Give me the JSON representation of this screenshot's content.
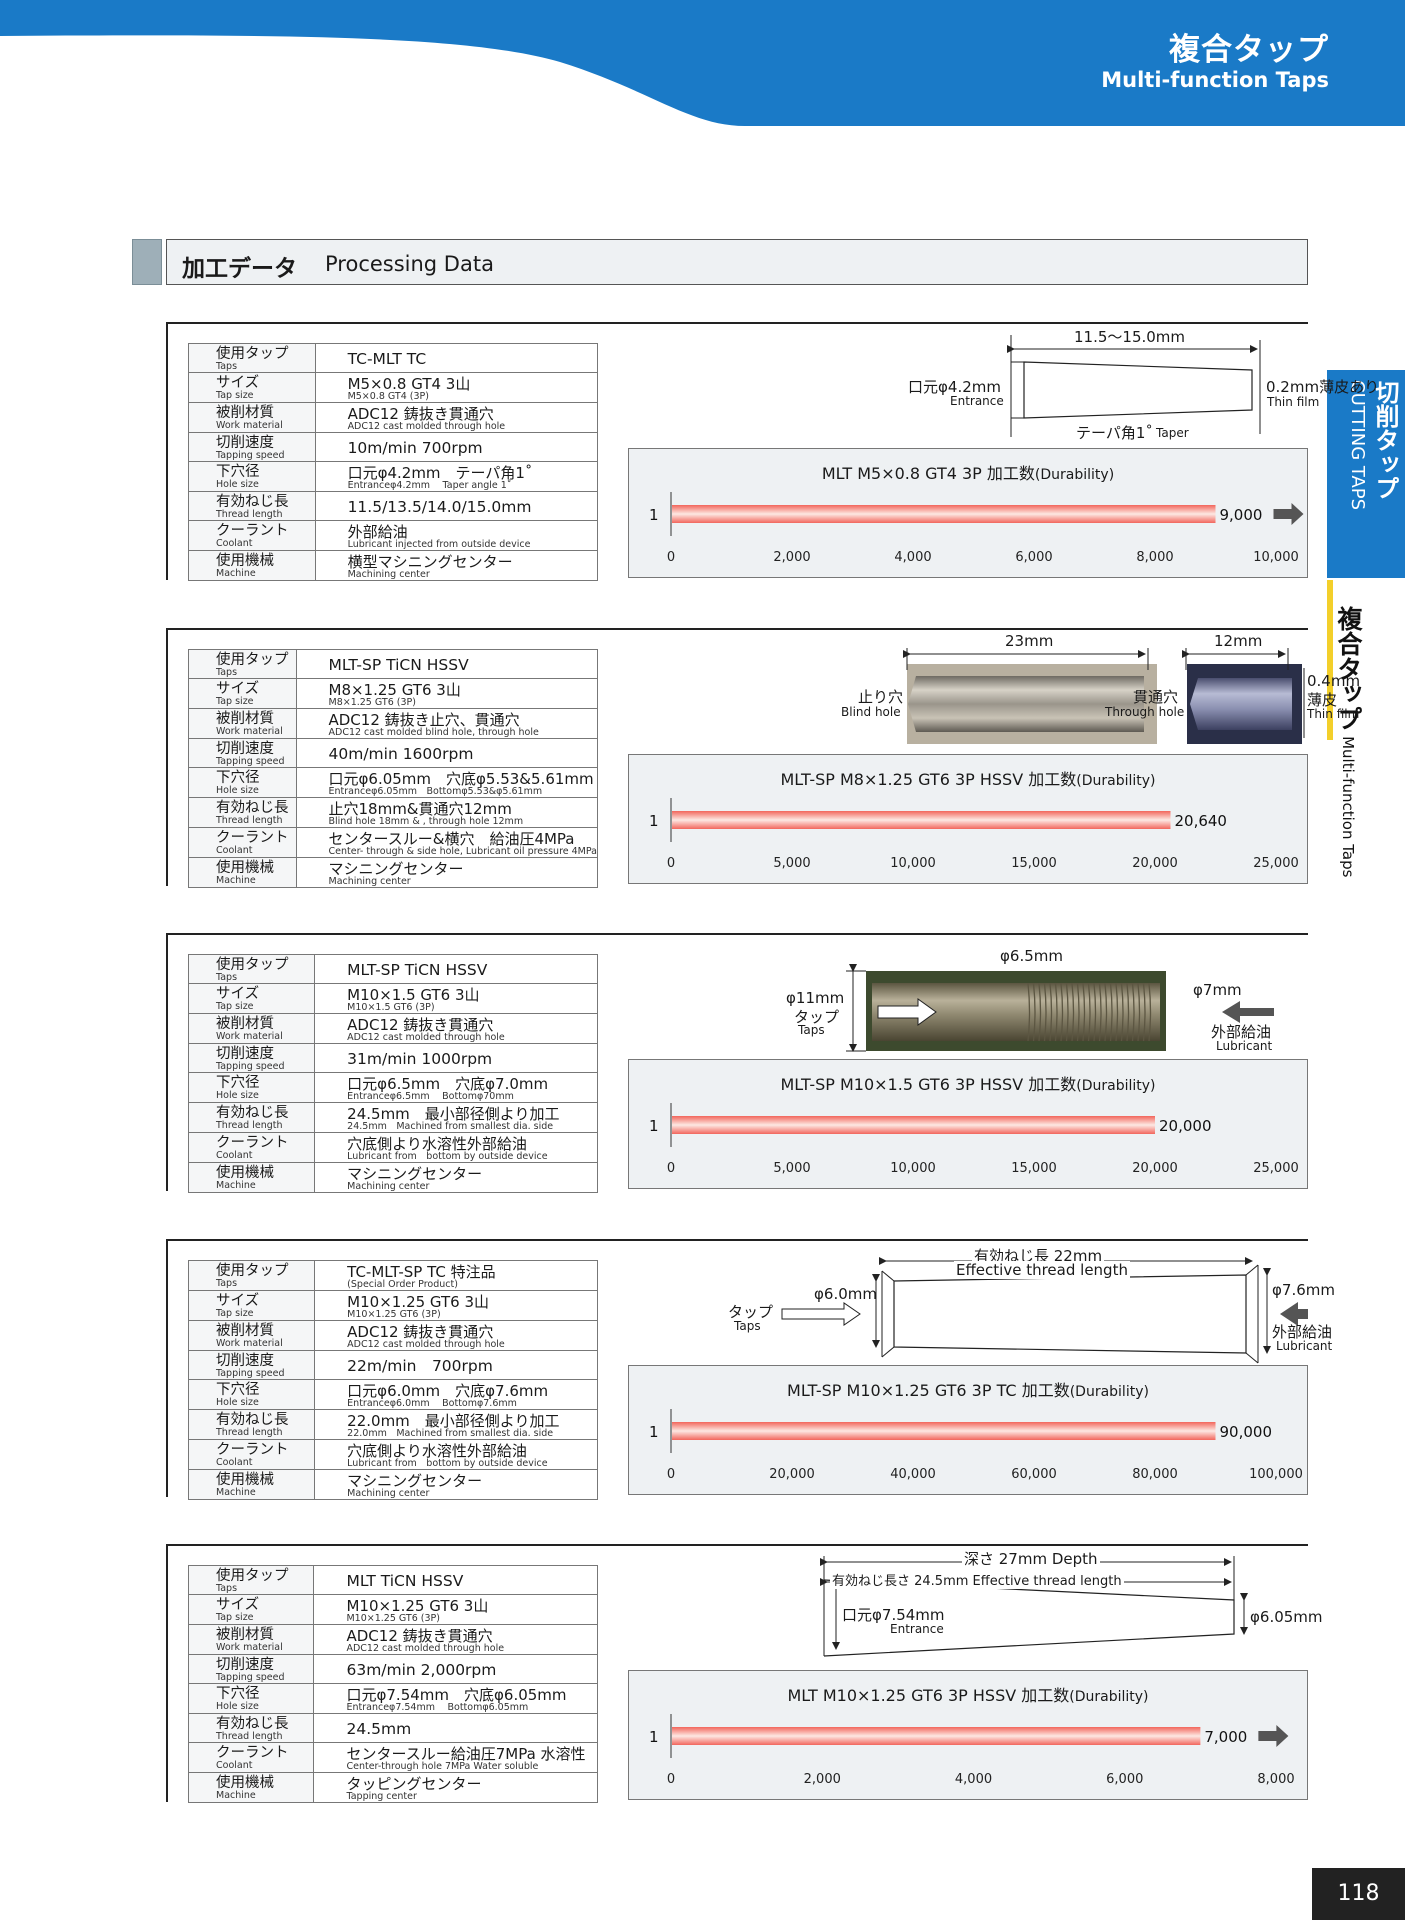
{
  "header": {
    "title_jp": "複合タップ",
    "title_en": "Multi-function Taps"
  },
  "side_tabs": {
    "main_jp": "切削タップ",
    "main_en": "CUTTING TAPS",
    "sub_jp": "複合タップ",
    "sub_en": "Multi-function Taps"
  },
  "section": {
    "title_jp": "加工データ",
    "title_en": "Processing Data"
  },
  "blocks": [
    {
      "rows": [
        {
          "lj": "使用タップ",
          "le": "Taps",
          "vj": "TC-MLT  TC",
          "ve": ""
        },
        {
          "lj": "サイズ",
          "le": "Tap size",
          "vj": "M5×0.8 GT4 3山",
          "ve": "M5×0.8 GT4 (3P)"
        },
        {
          "lj": "被削材質",
          "le": "Work material",
          "vj": "ADC12 鋳抜き貫通穴",
          "ve": "ADC12 cast molded through hole"
        },
        {
          "lj": "切削速度",
          "le": "Tapping speed",
          "vj": "10m/min 700rpm",
          "ve": ""
        },
        {
          "lj": "下穴径",
          "le": "Hole size",
          "vj": "口元φ4.2mm　テーパ角1˚",
          "ve": "Entranceφ4.2mm　 Taper angle 1˚"
        },
        {
          "lj": "有効ねじ長",
          "le": "Thread length",
          "vj": "11.5/13.5/14.0/15.0mm",
          "ve": ""
        },
        {
          "lj": "クーラント",
          "le": "Coolant",
          "vj": "外部給油",
          "ve": "Lubricant injected from outside device"
        },
        {
          "lj": "使用機械",
          "le": "Machine",
          "vj": "横型マシニングセンター",
          "ve": "Machining center"
        }
      ],
      "diagram": {
        "length": "11.5～15.0mm",
        "entrance_jp": "口元φ4.2mm",
        "entrance_en": "Entrance",
        "film_jp": "0.2mm薄皮あり",
        "film_en": "Thin film",
        "taper_jp": "テーパ角1˚",
        "taper_en": "Taper"
      },
      "chart": {
        "title": "MLT M5×0.8 GT4 3P 加工数",
        "dur": "(Durability)",
        "value_label": "9,000",
        "arrow": true
      }
    },
    {
      "rows": [
        {
          "lj": "使用タップ",
          "le": "Taps",
          "vj": "MLT-SP TiCN HSSV",
          "ve": ""
        },
        {
          "lj": "サイズ",
          "le": "Tap size",
          "vj": "M8×1.25 GT6 3山",
          "ve": "M8×1.25 GT6 (3P)"
        },
        {
          "lj": "被削材質",
          "le": "Work material",
          "vj": "ADC12 鋳抜き止穴、貫通穴",
          "ve": "ADC12 cast molded blind hole, through hole"
        },
        {
          "lj": "切削速度",
          "le": "Tapping speed",
          "vj": "40m/min 1600rpm",
          "ve": ""
        },
        {
          "lj": "下穴径",
          "le": "Hole size",
          "vj": "口元φ6.05mm　穴底φ5.53&5.61mm",
          "ve": "Entranceφ6.05mm　Bottomφ5.53&φ5.61mm"
        },
        {
          "lj": "有効ねじ長",
          "le": "Thread length",
          "vj": "止穴18mm&貫通穴12mm",
          "ve": "Blind hole 18mm & , through hole 12mm"
        },
        {
          "lj": "クーラント",
          "le": "Coolant",
          "vj": "センタースルー&横穴　給油圧4MPa",
          "ve": "Center- through & side hole, Lubricant oil pressure 4MPa"
        },
        {
          "lj": "使用機械",
          "le": "Machine",
          "vj": "マシニングセンター",
          "ve": "Machining center"
        }
      ],
      "diagram": {
        "blind_len": "23mm",
        "blind_jp": "止り穴",
        "blind_en": "Blind hole",
        "through_len": "12mm",
        "through_jp": "貫通穴",
        "through_en": "Through hole",
        "film_val": "0.4mm",
        "film_jp": "薄皮",
        "film_en": "Thin film"
      },
      "chart": {
        "title": "MLT-SP M8×1.25 GT6 3P HSSV 加工数",
        "dur": "(Durability)",
        "value_label": "20,640",
        "arrow": false
      }
    },
    {
      "rows": [
        {
          "lj": "使用タップ",
          "le": "Taps",
          "vj": "MLT-SP TiCN HSSV",
          "ve": ""
        },
        {
          "lj": "サイズ",
          "le": "Tap size",
          "vj": "M10×1.5 GT6 3山",
          "ve": "M10×1.5 GT6 (3P)"
        },
        {
          "lj": "被削材質",
          "le": "Work material",
          "vj": "ADC12 鋳抜き貫通穴",
          "ve": "ADC12 cast molded through hole"
        },
        {
          "lj": "切削速度",
          "le": "Tapping speed",
          "vj": "31m/min 1000rpm",
          "ve": ""
        },
        {
          "lj": "下穴径",
          "le": "Hole size",
          "vj": "口元φ6.5mm　穴底φ7.0mm",
          "ve": "Entranceφ6.5mm　 Bottomφ70mm"
        },
        {
          "lj": "有効ねじ長",
          "le": "Thread length",
          "vj": "24.5mm　最小部径側より加工",
          "ve": "24.5mm　Machined from smallest dia. side"
        },
        {
          "lj": "クーラント",
          "le": "Coolant",
          "vj": "穴底側より水溶性外部給油",
          "ve": "Lubricant from　bottom by outside device"
        },
        {
          "lj": "使用機械",
          "le": "Machine",
          "vj": "マシニングセンター",
          "ve": "Machining center"
        }
      ],
      "diagram": {
        "top": "φ6.5mm",
        "left_dia": "φ11mm",
        "tap_jp": "タップ",
        "tap_en": "Taps",
        "right_dia": "φ7mm",
        "lub_jp": "外部給油",
        "lub_en": "Lubricant"
      },
      "chart": {
        "title": "MLT-SP M10×1.5 GT6 3P HSSV 加工数",
        "dur": "(Durability)",
        "value_label": "20,000",
        "arrow": false
      }
    },
    {
      "rows": [
        {
          "lj": "使用タップ",
          "le": "Taps",
          "vj": "TC-MLT-SP TC 特注品",
          "ve": "(Special Order Product)"
        },
        {
          "lj": "サイズ",
          "le": "Tap size",
          "vj": "M10×1.25 GT6 3山",
          "ve": "M10×1.25 GT6 (3P)"
        },
        {
          "lj": "被削材質",
          "le": "Work material",
          "vj": "ADC12 鋳抜き貫通穴",
          "ve": "ADC12 cast molded through hole"
        },
        {
          "lj": "切削速度",
          "le": "Tapping speed",
          "vj": "22m/min　700rpm",
          "ve": ""
        },
        {
          "lj": "下穴径",
          "le": "Hole size",
          "vj": "口元φ6.0mm　穴底φ7.6mm",
          "ve": "Entranceφ6.0mm　 Bottomφ7.6mm"
        },
        {
          "lj": "有効ねじ長",
          "le": "Thread length",
          "vj": "22.0mm　最小部径側より加工",
          "ve": "22.0mm　Machined from smallest dia. side"
        },
        {
          "lj": "クーラント",
          "le": "Coolant",
          "vj": "穴底側より水溶性外部給油",
          "ve": "Lubricant from　bottom by outside device"
        },
        {
          "lj": "使用機械",
          "le": "Machine",
          "vj": "マシニングセンター",
          "ve": "Machining center"
        }
      ],
      "diagram": {
        "len_jp": "有効ねじ長 22mm",
        "len_en": "Effective thread length",
        "left_dia": "φ6.0mm",
        "tap_jp": "タップ",
        "tap_en": "Taps",
        "right_dia": "φ7.6mm",
        "lub_jp": "外部給油",
        "lub_en": "Lubricant"
      },
      "chart": {
        "title": "MLT-SP M10×1.25 GT6 3P TC 加工数",
        "dur": "(Durability)",
        "value_label": "90,000",
        "arrow": false
      }
    },
    {
      "rows": [
        {
          "lj": "使用タップ",
          "le": "Taps",
          "vj": "MLT TiCN HSSV",
          "ve": ""
        },
        {
          "lj": "サイズ",
          "le": "Tap size",
          "vj": "M10×1.25 GT6 3山",
          "ve": "M10×1.25 GT6 (3P)"
        },
        {
          "lj": "被削材質",
          "le": "Work material",
          "vj": "ADC12 鋳抜き貫通穴",
          "ve": "ADC12 cast molded through hole"
        },
        {
          "lj": "切削速度",
          "le": "Tapping speed",
          "vj": "63m/min 2,000rpm",
          "ve": ""
        },
        {
          "lj": "下穴径",
          "le": "Hole size",
          "vj": "口元φ7.54mm　穴底φ6.05mm",
          "ve": "Entranceφ7.54mm　 Bottomφ6.05mm"
        },
        {
          "lj": "有効ねじ長",
          "le": "Thread length",
          "vj": "24.5mm",
          "ve": ""
        },
        {
          "lj": "クーラント",
          "le": "Coolant",
          "vj": "センタースルー給油圧7MPa 水溶性",
          "ve": "Center-through hole 7MPa  Water soluble"
        },
        {
          "lj": "使用機械",
          "le": "Machine",
          "vj": "タッピングセンター",
          "ve": "Tapping center"
        }
      ],
      "diagram": {
        "depth": "深さ 27mm Depth",
        "eff": "有効ねじ長さ 24.5mm Effective thread length",
        "entrance_jp": "口元φ7.54mm",
        "entrance_en": "Entrance",
        "right_dia": "φ6.05mm"
      },
      "chart": {
        "title": "MLT M10×1.25 GT6 3P HSSV 加工数",
        "dur": "(Durability)",
        "value_label": "7,000",
        "arrow": true
      }
    }
  ],
  "chart_data": [
    {
      "type": "bar",
      "orientation": "horizontal",
      "title": "MLT M5×0.8 GT4 3P 加工数 (Durability)",
      "categories": [
        "1"
      ],
      "values": [
        9000
      ],
      "xlim": [
        0,
        10000
      ],
      "ticks": [
        0,
        2000,
        4000,
        6000,
        8000,
        10000
      ],
      "tick_labels": [
        "0",
        "2,000",
        "4,000",
        "6,000",
        "8,000",
        "10,000"
      ],
      "data_label": "9,000",
      "continues": true
    },
    {
      "type": "bar",
      "orientation": "horizontal",
      "title": "MLT-SP M8×1.25 GT6 3P HSSV 加工数 (Durability)",
      "categories": [
        "1"
      ],
      "values": [
        20640
      ],
      "xlim": [
        0,
        25000
      ],
      "ticks": [
        0,
        5000,
        10000,
        15000,
        20000,
        25000
      ],
      "tick_labels": [
        "0",
        "5,000",
        "10,000",
        "15,000",
        "20,000",
        "25,000"
      ],
      "data_label": "20,640",
      "continues": false
    },
    {
      "type": "bar",
      "orientation": "horizontal",
      "title": "MLT-SP M10×1.5 GT6 3P HSSV 加工数 (Durability)",
      "categories": [
        "1"
      ],
      "values": [
        20000
      ],
      "xlim": [
        0,
        25000
      ],
      "ticks": [
        0,
        5000,
        10000,
        15000,
        20000,
        25000
      ],
      "tick_labels": [
        "0",
        "5,000",
        "10,000",
        "15,000",
        "20,000",
        "25,000"
      ],
      "data_label": "20,000",
      "continues": false
    },
    {
      "type": "bar",
      "orientation": "horizontal",
      "title": "MLT-SP M10×1.25 GT6 3P TC 加工数 (Durability)",
      "categories": [
        "1"
      ],
      "values": [
        90000
      ],
      "xlim": [
        0,
        100000
      ],
      "ticks": [
        0,
        20000,
        40000,
        60000,
        80000,
        100000
      ],
      "tick_labels": [
        "0",
        "20,000",
        "40,000",
        "60,000",
        "80,000",
        "100,000"
      ],
      "data_label": "90,000",
      "continues": false
    },
    {
      "type": "bar",
      "orientation": "horizontal",
      "title": "MLT M10×1.25 GT6 3P HSSV 加工数 (Durability)",
      "categories": [
        "1"
      ],
      "values": [
        7000
      ],
      "xlim": [
        0,
        8000
      ],
      "ticks": [
        0,
        2000,
        4000,
        6000,
        8000
      ],
      "tick_labels": [
        "0",
        "2,000",
        "4,000",
        "6,000",
        "8,000"
      ],
      "data_label": "7,000",
      "continues": true
    }
  ],
  "page_number": "118"
}
